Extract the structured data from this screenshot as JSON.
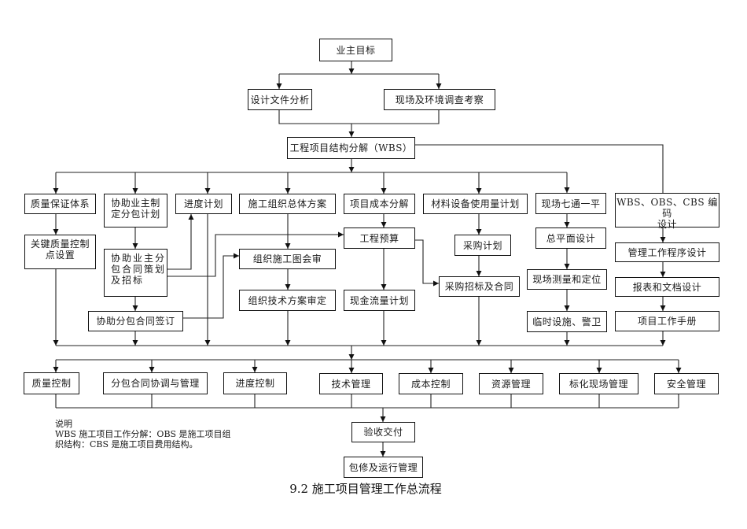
{
  "title": "9.2 施工项目管理工作总流程",
  "colors": {
    "line": "#222222",
    "border": "#111111",
    "background": "#ffffff"
  },
  "nodes": {
    "owner_goal": "业主目标",
    "design_doc_analysis": "设计文件分析",
    "site_survey": "现场及环境调查考察",
    "wbs": "工程项目结构分解（WBS）",
    "quality_assurance": "质量保证体系",
    "key_quality_points": "关键质量控制\n点设置",
    "subcontract_plan": "协助业主制\n定分包计划",
    "subcontract_bidding": "协助业主分\n包合同策划\n及招标",
    "subcontract_signing": "协助分包合同签订",
    "schedule_plan": "进度计划",
    "construction_org_plan": "施工组织总体方案",
    "drawing_review": "组织施工图会审",
    "tech_plan_review": "组织技术方案审定",
    "cost_breakdown": "项目成本分解",
    "budget": "工程预算",
    "cash_flow_plan": "现金流量计划",
    "material_plan": "材料设备使用量计划",
    "procurement_plan": "采购计划",
    "procurement_bidding": "采购招标及合同",
    "site_prep": "现场七通一平",
    "site_layout": "总平面设计",
    "site_survey_positioning": "现场测量和定位",
    "temp_facilities": "临时设施、警卫",
    "coding_design": "WBS、OBS、CBS 编码\n设计",
    "procedure_design": "管理工作程序设计",
    "report_design": "报表和文档设计",
    "project_manual": "项目工作手册"
  },
  "controls": [
    "质量控制",
    "分包合同协调与管理",
    "进度控制",
    "技术管理",
    "成本控制",
    "资源管理",
    "标化现场管理",
    "安全管理"
  ],
  "closing": {
    "delivery": "验收交付",
    "warranty": "包修及运行管理"
  },
  "notes": {
    "heading": "说明",
    "lines": [
      "WBS 施工项目工作分解：OBS 是施工项目组",
      "织结构：CBS 是施工项目费用结构。"
    ]
  }
}
